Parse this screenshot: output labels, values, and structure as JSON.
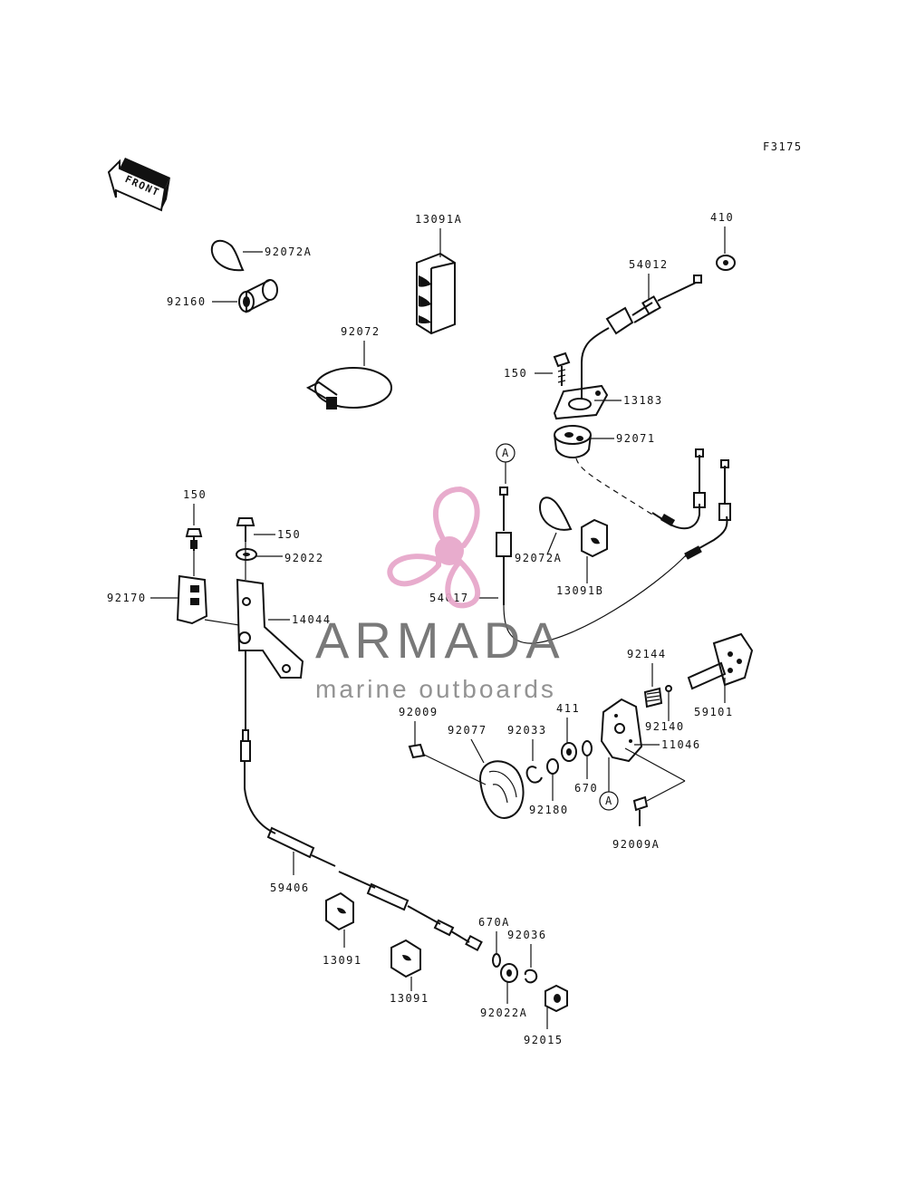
{
  "figure_code": "F3175",
  "front_label": "FRONT",
  "watermark": {
    "title": "ARMADA",
    "subtitle": "marine outboards",
    "logo_color": "#e7a6c9",
    "text_color": "#6e6e6e"
  },
  "callout_marker": "A",
  "parts": [
    "92072A",
    "92160",
    "13091A",
    "92072",
    "410",
    "54012",
    "150",
    "13183",
    "92071",
    "150",
    "150",
    "92022",
    "92170",
    "14044",
    "54017",
    "92072A",
    "13091B",
    "92144",
    "59101",
    "92140",
    "92009",
    "92077",
    "92033",
    "411",
    "11046",
    "670",
    "92180",
    "92009A",
    "59406",
    "13091",
    "13091",
    "670A",
    "92036",
    "92022A",
    "92015"
  ]
}
